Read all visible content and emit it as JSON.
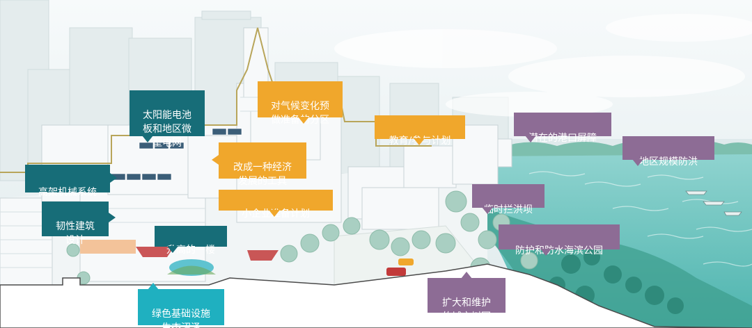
{
  "palette": {
    "sky": "#eaf2f3",
    "water": "#66c3be",
    "building": "#f4f7f8",
    "outline": "#b8a55a",
    "teal_label": "#176d78",
    "cyan_label": "#1fb0c0",
    "amber_label": "#f0a72c",
    "violet_label": "#8d6c95"
  },
  "labels": {
    "solar_microgrid": "太阳能电池\n板和地区微\n型电网",
    "elevated_mechanical": "高架机械系统",
    "resilient_design": "韧性建筑\n设计",
    "raised_ground_floor": "升高的一楼",
    "green_infrastructure": "绿色基础设施\n生态沼泽",
    "climate_zone": "对气候变化预\n做准备的分区",
    "economic_tool": "改成一种经济\n发展的工具",
    "small_business": "小企业准备计划",
    "education": "教育/参与计划",
    "harbor_barrier": "潜在的港口屏障",
    "regional_flood": "地区规模防洪",
    "temporary_flood_wall": "临时拦洪坝",
    "waterfront_park": "防护和防水海滨公园",
    "tree_canopy": "扩大和维护\n的城市树冠"
  }
}
